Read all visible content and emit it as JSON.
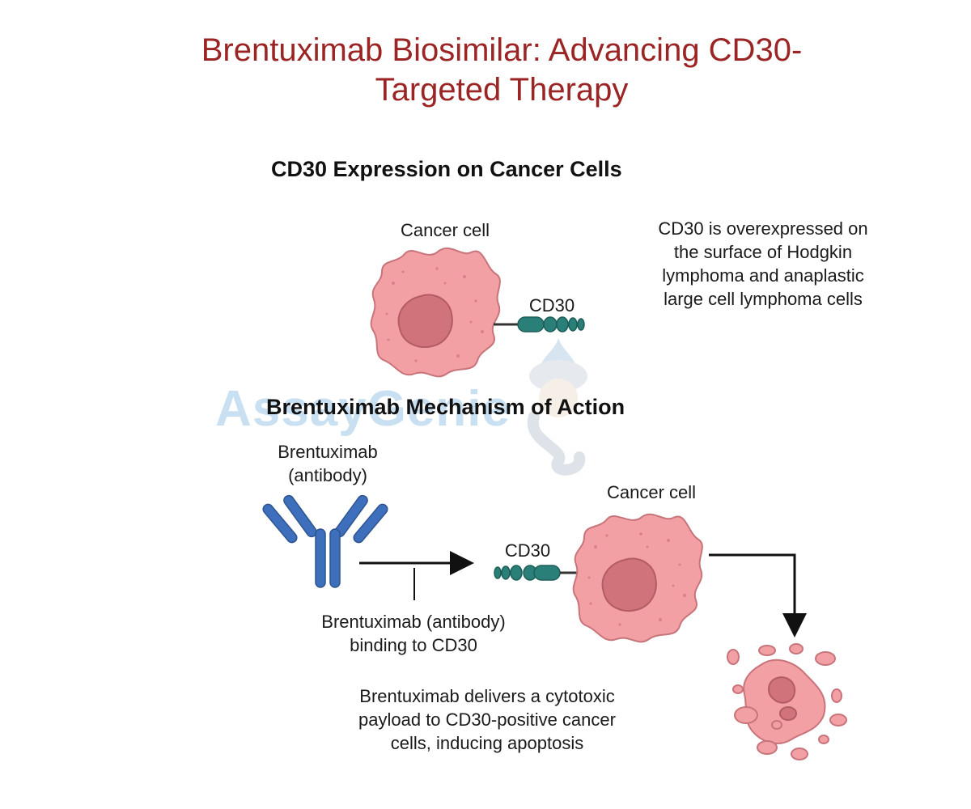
{
  "title": {
    "line1": "Brentuximab Biosimilar: Advancing CD30-",
    "line2": "Targeted Therapy"
  },
  "section1": {
    "heading": "CD30 Expression on Cancer Cells",
    "cell_label": "Cancer cell",
    "receptor_label": "CD30",
    "description": [
      "CD30 is overexpressed on",
      "the surface of Hodgkin",
      "lymphoma and anaplastic",
      "large cell lymphoma cells"
    ]
  },
  "section2": {
    "heading": "Brentuximab Mechanism of Action",
    "antibody_label": [
      "Brentuximab",
      "(antibody)"
    ],
    "binding_label": [
      "Brentuximab (antibody)",
      "binding to CD30"
    ],
    "receptor_label": "CD30",
    "cell_label": "Cancer cell",
    "description": [
      "Brentuximab delivers a cytotoxic",
      "payload to CD30-positive cancer",
      "cells, inducing apoptosis"
    ]
  },
  "watermark": {
    "text": "AssayGenie"
  },
  "colors": {
    "title": "#9b2424",
    "cell": "#f2a0a3",
    "nucleus": "#d1737a",
    "receptor": "#2a7f78",
    "antibody": "#3e6fbd"
  }
}
